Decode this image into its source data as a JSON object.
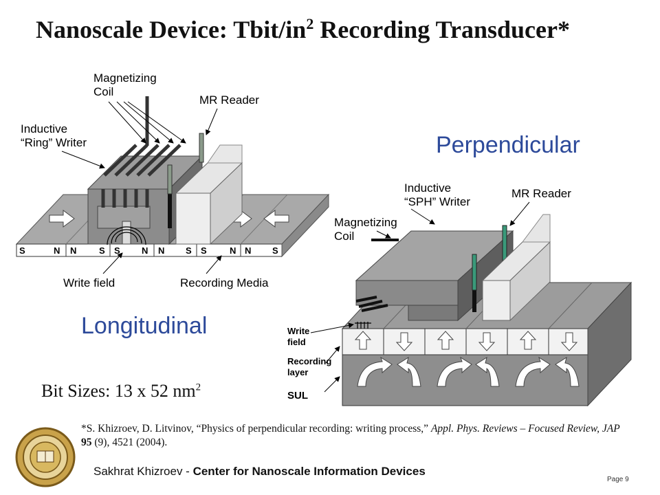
{
  "title": {
    "main": "Nanoscale Device: Tbit/in",
    "sup": "2",
    "tail": " Recording Transducer*"
  },
  "longitudinal": {
    "heading": "Longitudinal",
    "coil_label_1": "Magnetizing",
    "coil_label_2": "Coil",
    "reader_label": "MR Reader",
    "writer_label_1": "Inductive",
    "writer_label_2": "“Ring” Writer",
    "write_field_label": "Write field",
    "media_label": "Recording Media",
    "pole_labels": [
      "S",
      "N",
      "N",
      "S",
      "S",
      "N",
      "N",
      "S",
      "S",
      "N",
      "N",
      "S"
    ]
  },
  "perpendicular": {
    "heading": "Perpendicular",
    "writer_label_1": "Inductive",
    "writer_label_2": "“SPH” Writer",
    "reader_label": "MR Reader",
    "coil_label_1": "Magnetizing",
    "coil_label_2": "Coil",
    "write_field_label_1": "Write",
    "write_field_label_2": "field",
    "recording_layer_label_1": "Recording",
    "recording_layer_label_2": "layer",
    "sul_label": "SUL"
  },
  "bit_sizes": {
    "text": "Bit Sizes: 13 x 52 nm",
    "sup": "2"
  },
  "reference": {
    "part1": "*S. Khizroev, D. Litvinov, “Physics of perpendicular recording: writing process,” ",
    "journal": "Appl. Phys. Reviews – Focused Review, JAP",
    "part2": " 95",
    "part3": " (9), 4521 (2004)."
  },
  "footer": {
    "author": "Sakhrat Khizroev",
    "sep": " - ",
    "org": "Center for Nanoscale Information Devices"
  },
  "page": "Page 9"
}
